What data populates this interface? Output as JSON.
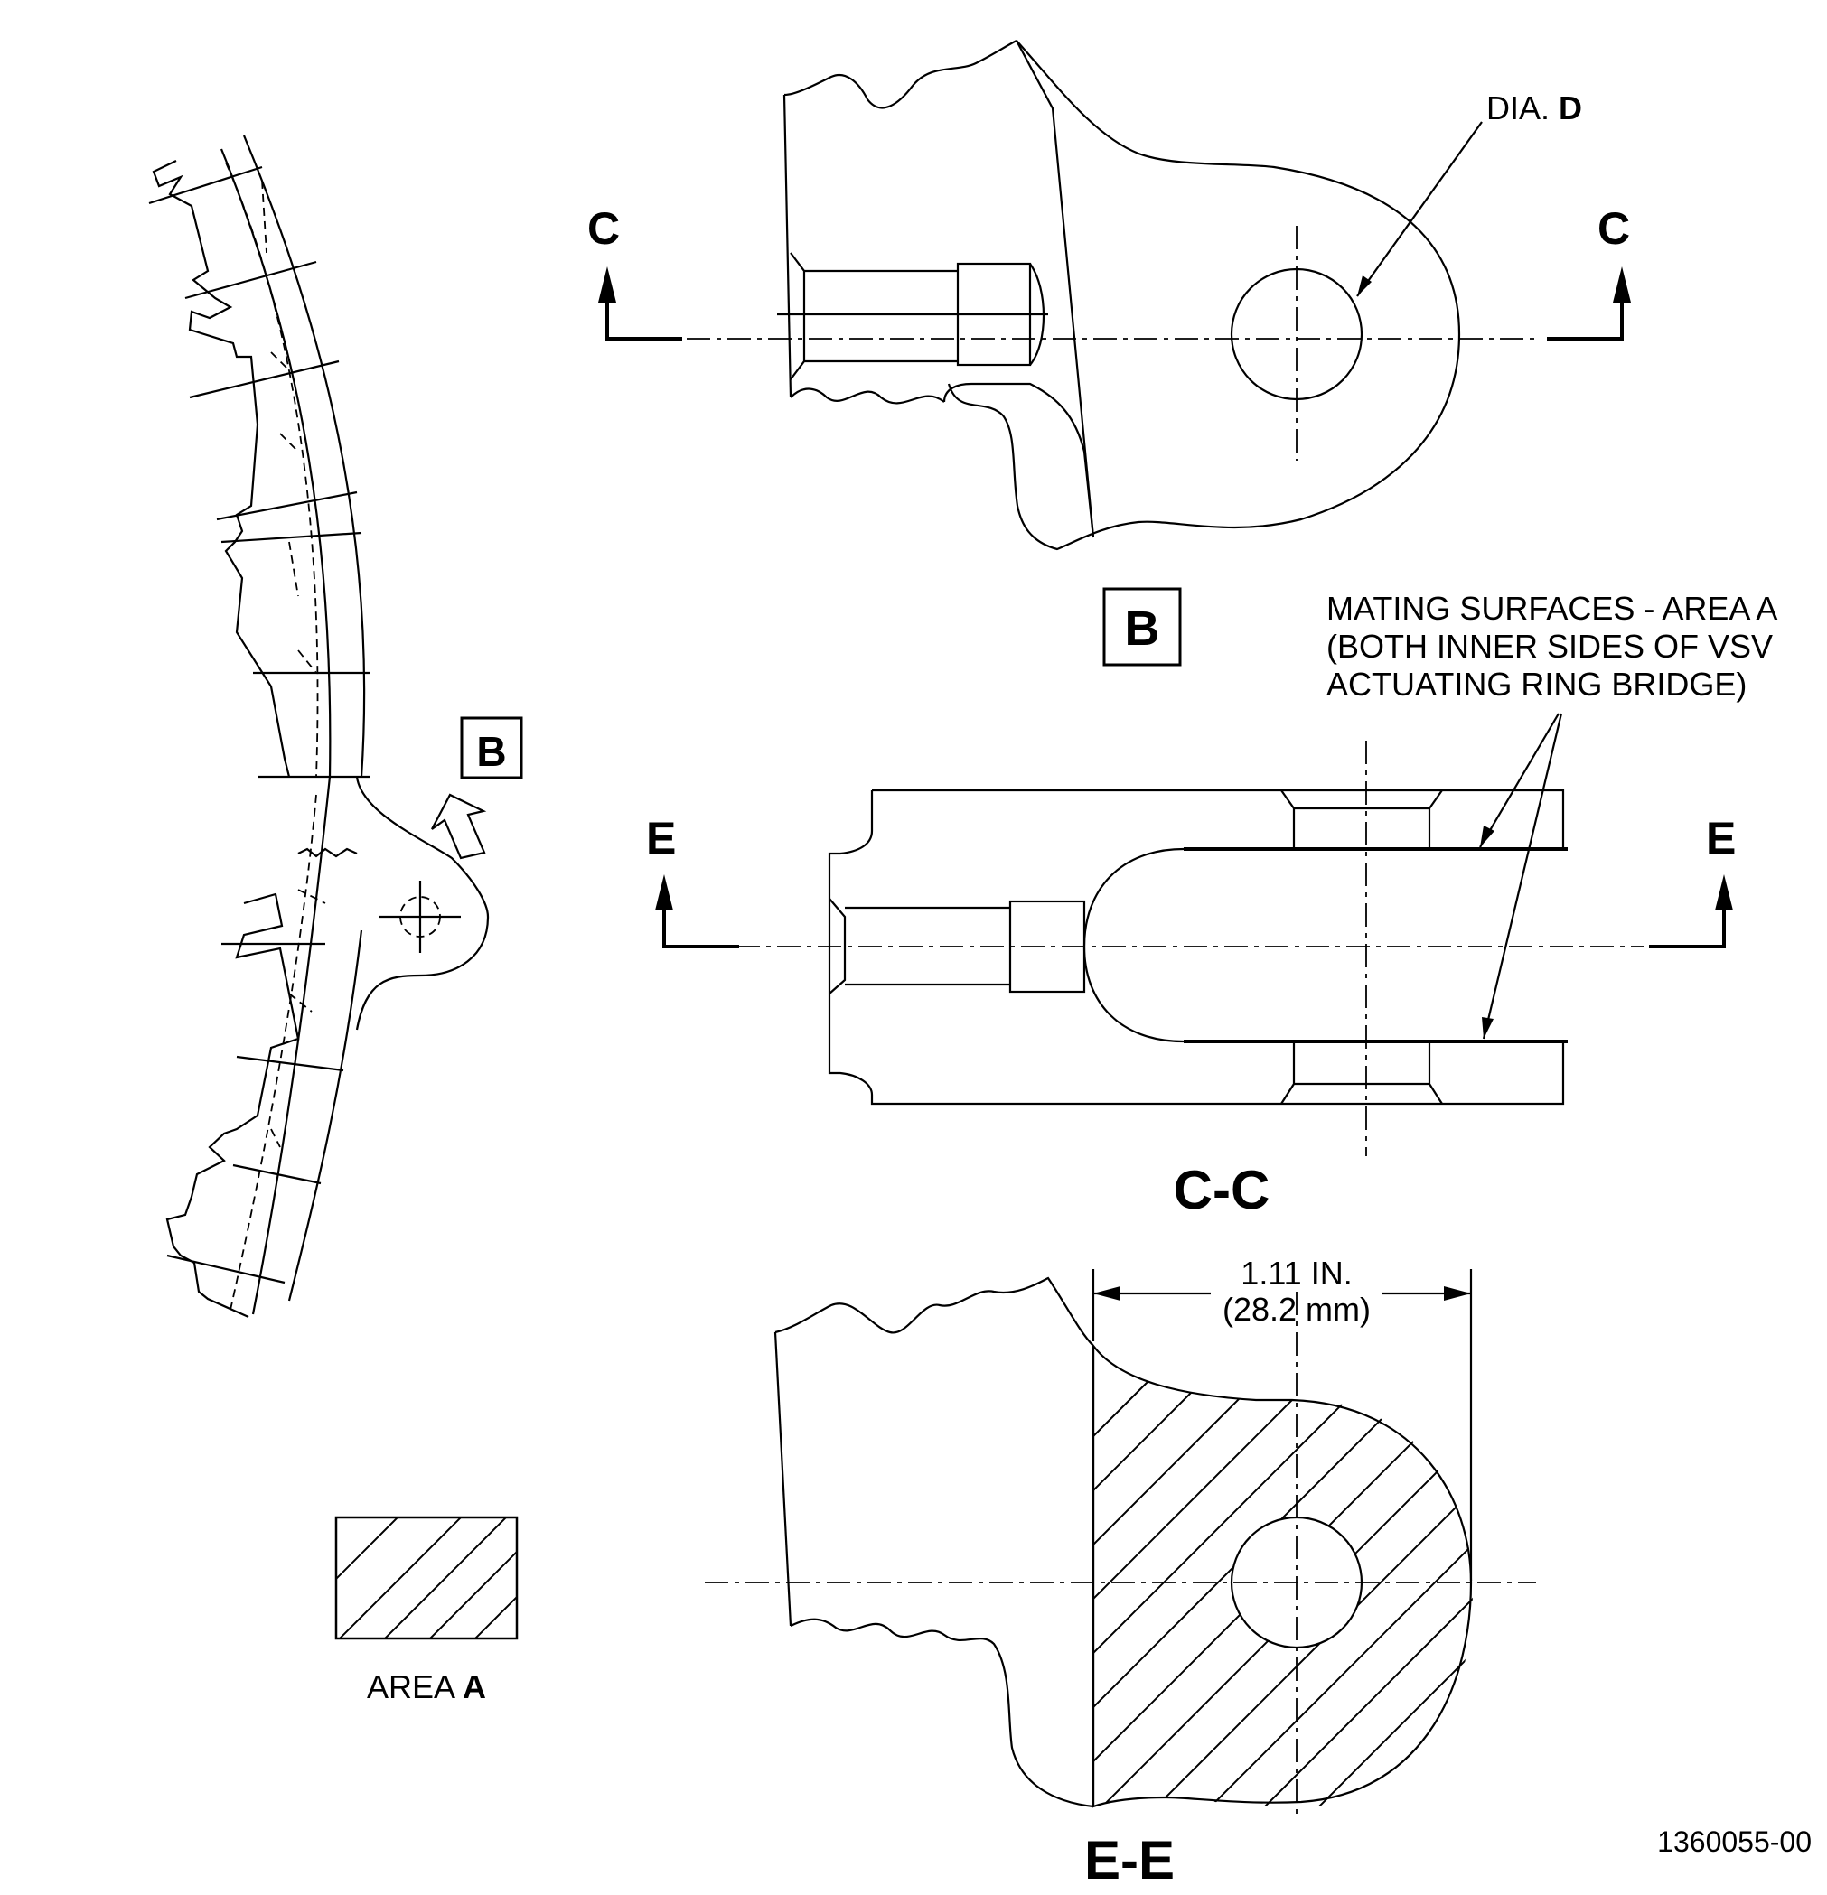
{
  "labels": {
    "dia_prefix": "DIA. ",
    "dia_bold": "D",
    "view_b": "B",
    "section_c": "C",
    "section_e": "E",
    "section_cc_title": "C-C",
    "section_ee_title": "E-E",
    "mating_line1": "MATING SURFACES - AREA A",
    "mating_line2": "(BOTH INNER SIDES OF VSV",
    "mating_line3": "ACTUATING RING BRIDGE)",
    "dim_in": "1.11 IN.",
    "dim_mm": "(28.2 mm)",
    "area_prefix": "AREA ",
    "area_bold": "A",
    "figure_number": "1360055-00"
  }
}
